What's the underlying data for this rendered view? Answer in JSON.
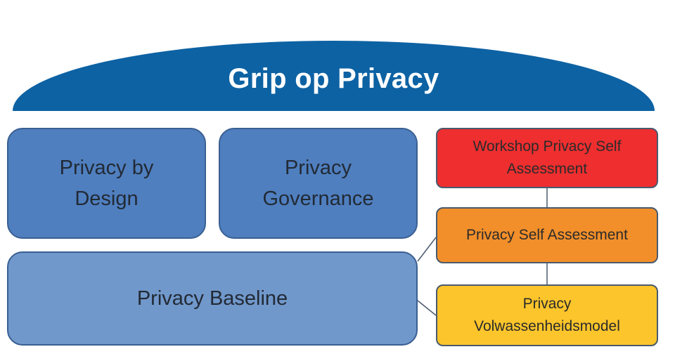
{
  "title": "Grip op Privacy",
  "blocks": {
    "privacy_by_design": {
      "line1": "Privacy by",
      "line2": "Design"
    },
    "privacy_governance": {
      "line1": "Privacy",
      "line2": "Governance"
    },
    "privacy_baseline": "Privacy Baseline"
  },
  "steps": {
    "workshop": {
      "line1": "Workshop Privacy Self",
      "line2": "Assessment"
    },
    "self_assessment": "Privacy Self Assessment",
    "maturity_model": {
      "line1": "Privacy",
      "line2": "Volwassenheidsmodel"
    }
  },
  "colors": {
    "dome": "#0d62a3",
    "block_dark": "#4f7fbf",
    "block_light": "#7198cb",
    "step_red": "#ee2e2f",
    "step_orange": "#f28f2a",
    "step_yellow": "#fbc52b"
  }
}
